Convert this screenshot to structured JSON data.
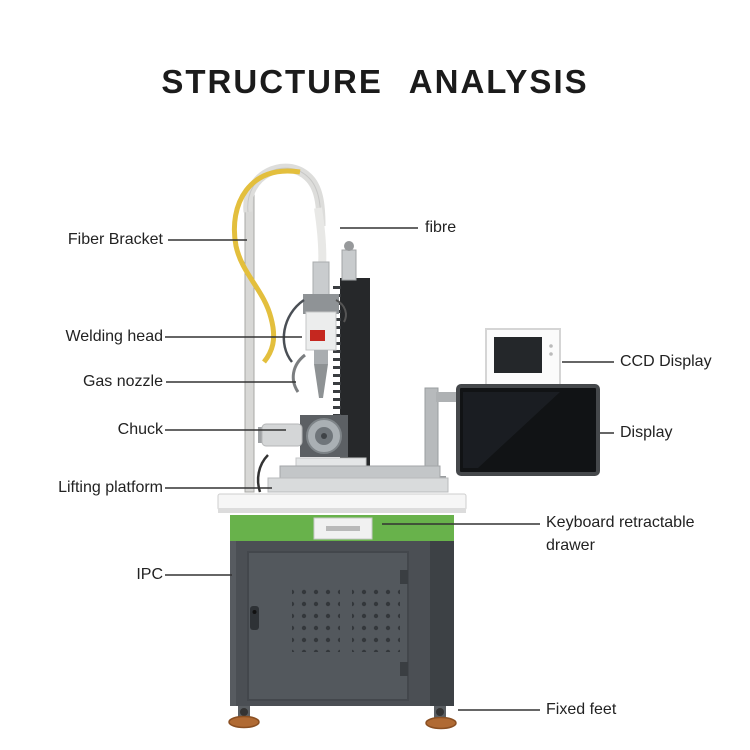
{
  "title": "STRUCTURE ANALYSIS",
  "labels": {
    "left": [
      {
        "text": "Fiber Bracket"
      },
      {
        "text": "Welding head"
      },
      {
        "text": "Gas nozzle"
      },
      {
        "text": "Chuck"
      },
      {
        "text": "Lifting platform"
      },
      {
        "text": "IPC"
      }
    ],
    "right": [
      {
        "text": "fibre"
      },
      {
        "text": "CCD Display"
      },
      {
        "text": "Display"
      },
      {
        "text": "Keyboard retractable drawer"
      },
      {
        "text": "Fixed feet"
      }
    ]
  },
  "colors": {
    "title_text": "#1b1b1b",
    "label_text": "#222222",
    "leader_line": "#333333",
    "accent_green": "#68b24b",
    "fiber_yellow": "#e3bf3d",
    "cabinet_gray": "#4b4f54",
    "foot_bronze": "#b06a33",
    "screen_black": "#141618"
  }
}
